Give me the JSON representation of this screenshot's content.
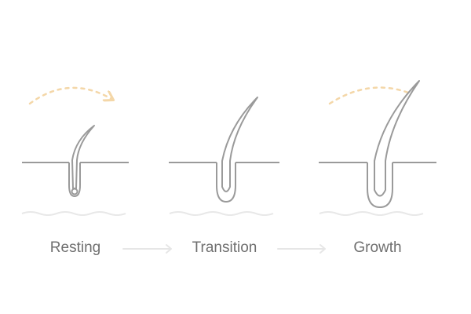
{
  "stages": [
    {
      "label": "Resting"
    },
    {
      "label": "Transition"
    },
    {
      "label": "Growth"
    }
  ],
  "colors": {
    "line": "#9a9a9a",
    "arc": "#f4d7a8",
    "wave": "#e8e8e8",
    "arrow": "#e6e6e6",
    "label": "#6f6f6f"
  }
}
